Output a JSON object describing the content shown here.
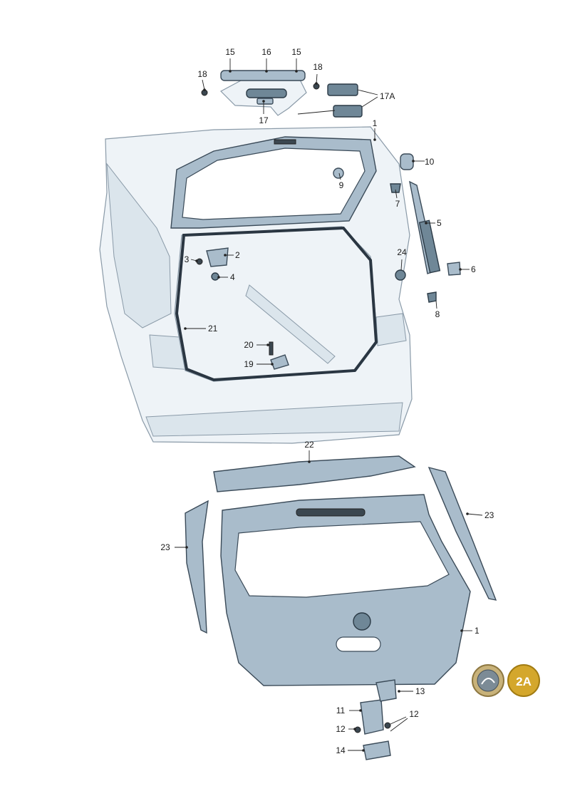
{
  "callouts": {
    "c1_top": "1",
    "c1_bottom": "1",
    "c2": "2",
    "c3": "3",
    "c4": "4",
    "c5": "5",
    "c6": "6",
    "c7": "7",
    "c8": "8",
    "c9": "9",
    "c10": "10",
    "c11": "11",
    "c12_left": "12",
    "c12_right": "12",
    "c13": "13",
    "c14": "14",
    "c15_left": "15",
    "c15_right": "15",
    "c16": "16",
    "c17": "17",
    "c17a": "17A",
    "c18_left": "18",
    "c18_right": "18",
    "c19": "19",
    "c20": "20",
    "c21": "21",
    "c22": "22",
    "c23_left": "23",
    "c23_right": "23",
    "c24": "24"
  },
  "badge": {
    "label": "2A",
    "color": "#d4a72c"
  },
  "icons": {
    "brand_logo": "brand-emblem-icon"
  },
  "colors": {
    "part_fill": "#a9bccb",
    "body_fill": "#eef3f7",
    "line": "#222222"
  }
}
